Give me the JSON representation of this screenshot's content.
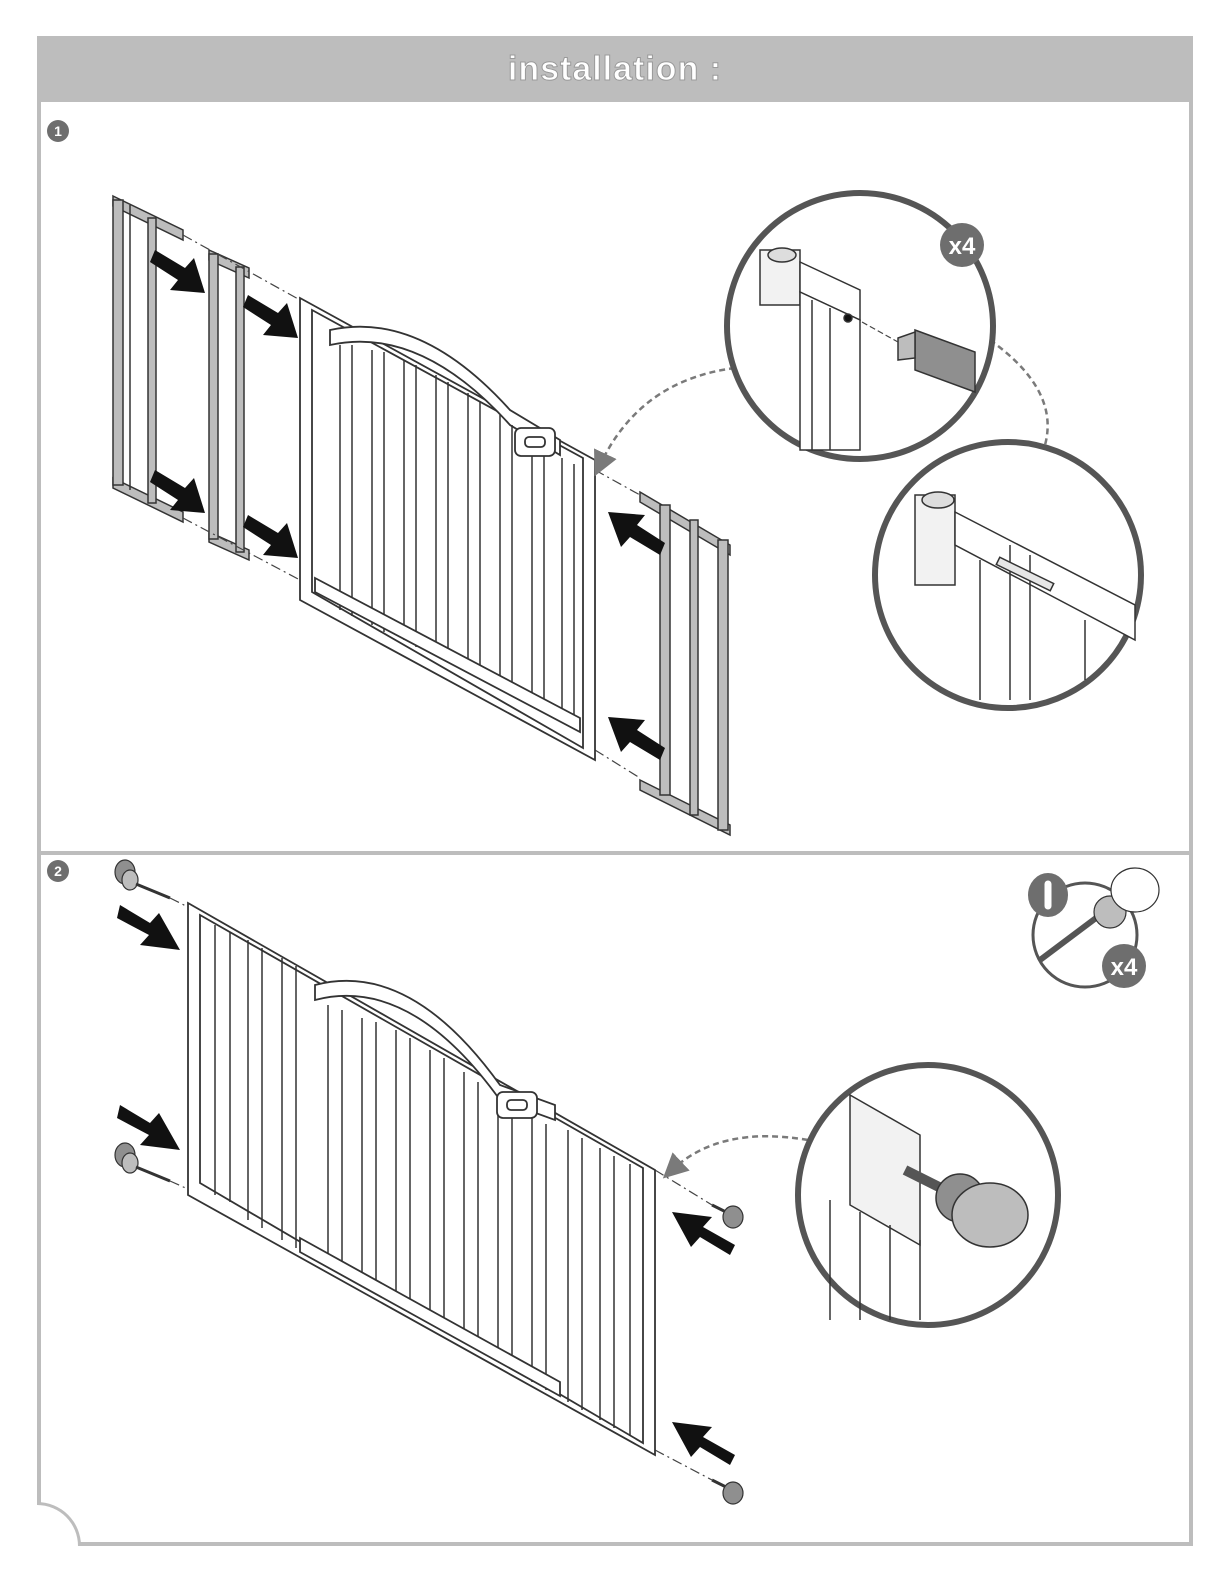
{
  "header": {
    "title": "installation :"
  },
  "steps": [
    {
      "number": "1",
      "quantity": "x4"
    },
    {
      "number": "2",
      "quantity": "x4"
    }
  ],
  "colors": {
    "frame": "#bdbdbd",
    "badge": "#6e6e6e",
    "arrow": "#111111",
    "part_gray": "#8f8f8f"
  },
  "icons": [
    "push-arrow-icon",
    "dashed-curve-arrow-icon",
    "detail-zoom-circle",
    "screw-knob-icon",
    "gate-panel-illustration",
    "extension-panel-illustration"
  ]
}
